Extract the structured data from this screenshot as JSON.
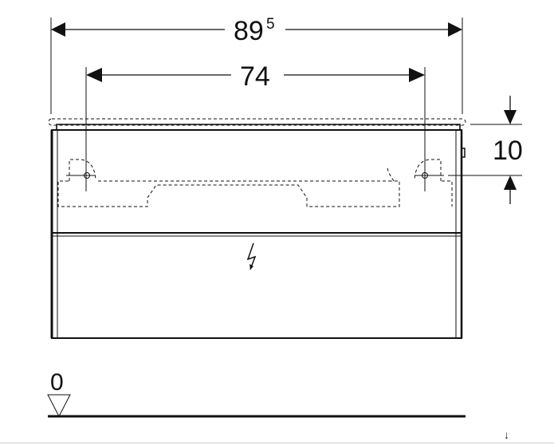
{
  "drawing": {
    "width_dimension": {
      "value": "89",
      "superscript": "5"
    },
    "hanger_spacing_dimension": {
      "value": "74"
    },
    "height_offset_dimension": {
      "value": "10"
    },
    "floor_level_label": "0",
    "scroll_indicator": "↓"
  },
  "colors": {
    "line": "#111111",
    "page_border": "#cccccc"
  }
}
